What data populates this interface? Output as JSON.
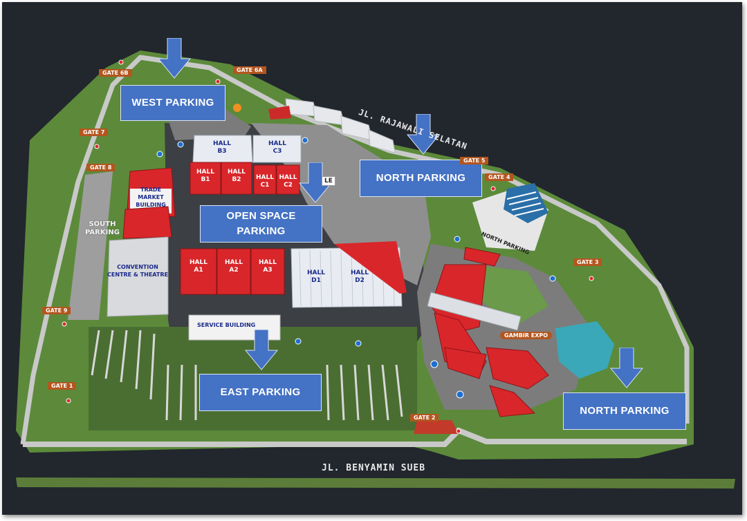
{
  "parking": {
    "west": "WEST PARKING",
    "north_top": "NORTH PARKING",
    "open_space": "OPEN SPACE\nPARKING",
    "east": "EAST PARKING",
    "north_bottom": "NORTH PARKING"
  },
  "gates": {
    "g6b": "GATE 6B",
    "g6a": "GATE 6A",
    "g7": "GATE 7",
    "g8": "GATE 8",
    "g5": "GATE 5",
    "g4": "GATE 4",
    "g3": "GATE 3",
    "g9": "GATE 9",
    "g1": "GATE 1",
    "g2": "GATE 2"
  },
  "halls": {
    "b3": "HALL\nB3",
    "c3": "HALL\nC3",
    "b1": "HALL\nB1",
    "b2": "HALL\nB2",
    "c1": "HALL\nC1",
    "c2": "HALL\nC2",
    "a1": "HALL\nA1",
    "a2": "HALL\nA2",
    "a3": "HALL\nA3",
    "d1": "HALL\nD1",
    "d2": "HALL\nD2"
  },
  "buildings": {
    "trade_market": "TRADE\nMARKET\nBUILDING",
    "convention": "CONVENTION\nCENTRE & THEATRE",
    "service": "SERVICE BUILDING",
    "south_parking": "SOUTH\nPARKING",
    "north_parking_lot": "NORTH PARKING",
    "gambir_expo": "GAMBIR EXPO",
    "partial_sign": "LE"
  },
  "streets": {
    "rajawali": "JL. RAJAWALI SELATAN",
    "benyamin": "JL. BENYAMIN SUEB"
  },
  "colors": {
    "background": "#22262d",
    "parking_box": "#4472c4",
    "hall_red": "#d9262a",
    "hall_white": "#e8ecf2",
    "gate_label": "#b4561f",
    "grass": "#5f8a3c",
    "paving": "#8d8d8d"
  }
}
